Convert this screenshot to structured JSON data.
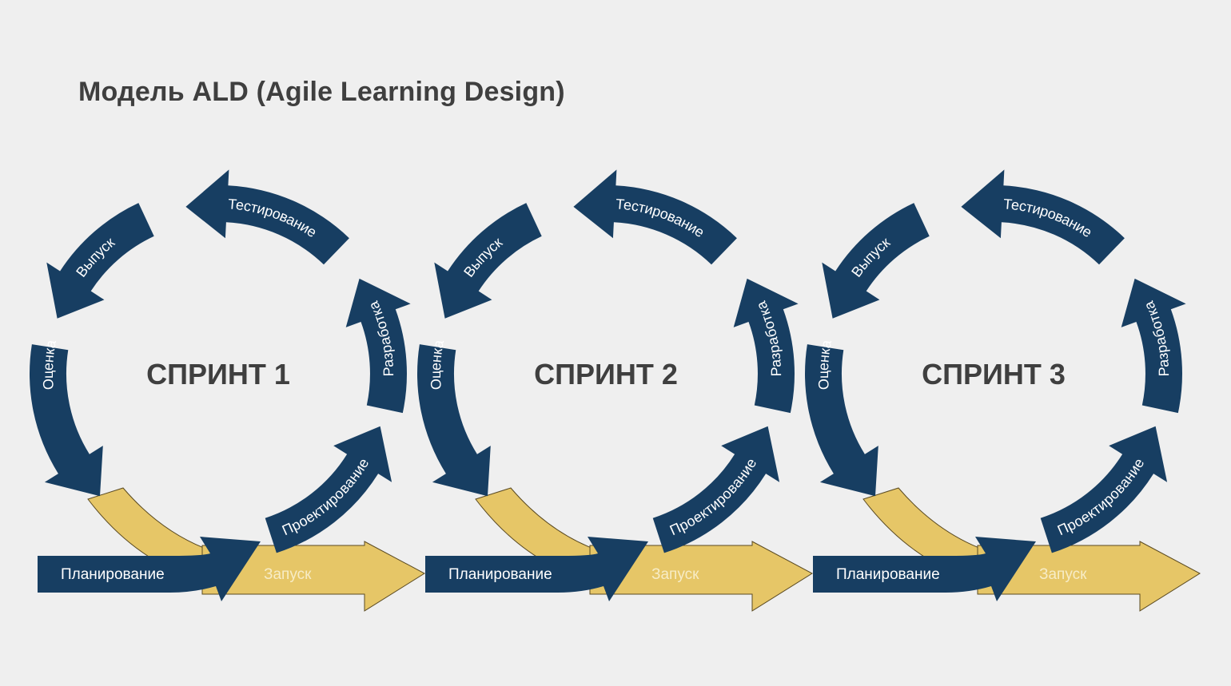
{
  "title": "Модель ALD (Agile Learning Design)",
  "colors": {
    "background": "#efefef",
    "navy": "#173e62",
    "gold": "#e6c667",
    "gold_outline": "#5a4a22",
    "title_text": "#3f3f3f",
    "arc_text": "#ffffff",
    "launch_text": "#f7ecc6"
  },
  "cycle_stages": [
    "Проектирование",
    "Разработка",
    "Тестирование",
    "Выпуск",
    "Оценка"
  ],
  "sprints": [
    {
      "label": "СПРИНТ 1",
      "planning_label": "Планирование",
      "launch_label": "Запуск",
      "stages": [
        {
          "name": "design",
          "label": "Проектирование",
          "icon": "curved-arrow-up"
        },
        {
          "name": "development",
          "label": "Разработка",
          "icon": "curved-arrow-up"
        },
        {
          "name": "testing",
          "label": "Тестирование",
          "icon": "curved-arrow-left"
        },
        {
          "name": "release",
          "label": "Выпуск",
          "icon": "curved-arrow-down-left"
        },
        {
          "name": "evaluation",
          "label": "Оценка",
          "icon": "curved-arrow-down"
        }
      ]
    },
    {
      "label": "СПРИНТ 2",
      "planning_label": "Планирование",
      "launch_label": "Запуск",
      "stages": [
        {
          "name": "design",
          "label": "Проектирование",
          "icon": "curved-arrow-up"
        },
        {
          "name": "development",
          "label": "Разработка",
          "icon": "curved-arrow-up"
        },
        {
          "name": "testing",
          "label": "Тестирование",
          "icon": "curved-arrow-left"
        },
        {
          "name": "release",
          "label": "Выпуск",
          "icon": "curved-arrow-down-left"
        },
        {
          "name": "evaluation",
          "label": "Оценка",
          "icon": "curved-arrow-down"
        }
      ]
    },
    {
      "label": "СПРИНТ 3",
      "planning_label": "Планирование",
      "launch_label": "Запуск",
      "stages": [
        {
          "name": "design",
          "label": "Проектирование",
          "icon": "curved-arrow-up"
        },
        {
          "name": "development",
          "label": "Разработка",
          "icon": "curved-arrow-up"
        },
        {
          "name": "testing",
          "label": "Тестирование",
          "icon": "curved-arrow-left"
        },
        {
          "name": "release",
          "label": "Выпуск",
          "icon": "curved-arrow-down-left"
        },
        {
          "name": "evaluation",
          "label": "Оценка",
          "icon": "curved-arrow-down"
        }
      ]
    }
  ]
}
